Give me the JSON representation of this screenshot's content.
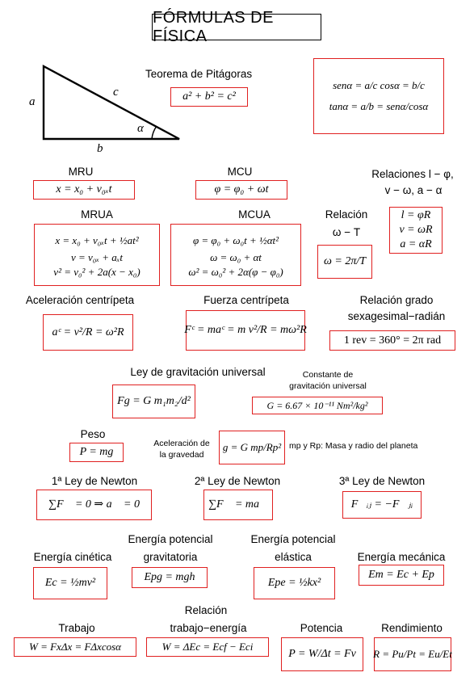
{
  "title": "FÓRMULAS DE FÍSICA",
  "colors": {
    "box_border": "#e02020",
    "text": "#000000"
  },
  "triangle": {
    "side_a": "a",
    "side_b": "b",
    "side_c": "c",
    "angle": "α"
  },
  "pitagoras": {
    "label": "Teorema de Pitágoras",
    "formula": "a² + b² = c²"
  },
  "trig": {
    "line1": "senα = a/c     cosα = b/c",
    "line2": "tanα = a/b = senα/cosα"
  },
  "mru": {
    "label": "MRU",
    "formula": "x = x₀ + v₀ₓt"
  },
  "mcu": {
    "label": "MCU",
    "formula": "φ = φ₀ + ωt"
  },
  "relaciones": {
    "label_line1": "Relaciones l − φ,",
    "label_line2": "v − ω, a − α",
    "f1": "l = φR",
    "f2": "v = ωR",
    "f3": "a = αR"
  },
  "mrua": {
    "label": "MRUA",
    "f1": "x = x₀ + v₀ₓt + ½at²",
    "f2": "v = v₀ₓ + aₓt",
    "f3": "v² = v₀² + 2a(x − x₀)"
  },
  "mcua": {
    "label": "MCUA",
    "f1": "φ = φ₀ + ω₀t + ½αt²",
    "f2": "ω = ω₀ + αt",
    "f3": "ω² = ω₀² + 2α(φ − φ₀)"
  },
  "relacion_wt": {
    "label_line1": "Relación",
    "label_line2": "ω − T",
    "formula": "ω = 2π/T"
  },
  "aceleracion_centripeta": {
    "label": "Aceleración centrípeta",
    "formula": "aᶜ = v²/R = ω²R"
  },
  "fuerza_centripeta": {
    "label": "Fuerza centrípeta",
    "formula": "Fᶜ = maᶜ = m v²/R = mω²R"
  },
  "sexagesimal": {
    "label_line1": "Relación grado",
    "label_line2": "sexagesimal−radián",
    "formula": "1 rev = 360° = 2π rad"
  },
  "gravitacion": {
    "label": "Ley de gravitación universal",
    "formula": "Fg = G m₁m₂/d²"
  },
  "constante": {
    "label_line1": "Constante de",
    "label_line2": "gravitación universal",
    "formula": "G = 6.67 × 10⁻¹¹ Nm²/kg²"
  },
  "peso": {
    "label": "Peso",
    "formula": "P = mg"
  },
  "acel_gravedad": {
    "label_line1": "Aceleración de",
    "label_line2": "la gravedad",
    "formula": "g = G mp/Rp²"
  },
  "planeta_note": "mp y Rp: Masa y radio del planeta",
  "newton1": {
    "label": "1ª Ley de Newton",
    "formula": "∑F⃗ = 0 ⇒ a⃗ = 0"
  },
  "newton2": {
    "label": "2ª Ley de Newton",
    "formula": "∑F⃗ = ma⃗"
  },
  "newton3": {
    "label": "3ª Ley de Newton",
    "formula": "F⃗ᵢⱼ = −F⃗ⱼᵢ"
  },
  "cinetica": {
    "label": "Energía cinética",
    "formula": "Ec = ½mv²"
  },
  "potencial_grav": {
    "label_line1": "Energía potencial",
    "label_line2": "gravitatoria",
    "formula": "Epg = mgh"
  },
  "potencial_elast": {
    "label_line1": "Energía potencial",
    "label_line2": "elástica",
    "formula": "Epe = ½kx²"
  },
  "mecanica": {
    "label": "Energía mecánica",
    "formula": "Em = Ec + Ep"
  },
  "trabajo": {
    "label": "Trabajo",
    "formula": "W = FxΔx = FΔxcosα"
  },
  "trabajo_energia": {
    "label_line1": "Relación",
    "label_line2": "trabajo−energía",
    "formula": "W = ΔEc = Ecf − Eci"
  },
  "potencia": {
    "label": "Potencia",
    "formula": "P = W/Δt = Fv"
  },
  "rendimiento": {
    "label": "Rendimiento",
    "formula": "R = Pu/Pt = Eu/Et"
  }
}
